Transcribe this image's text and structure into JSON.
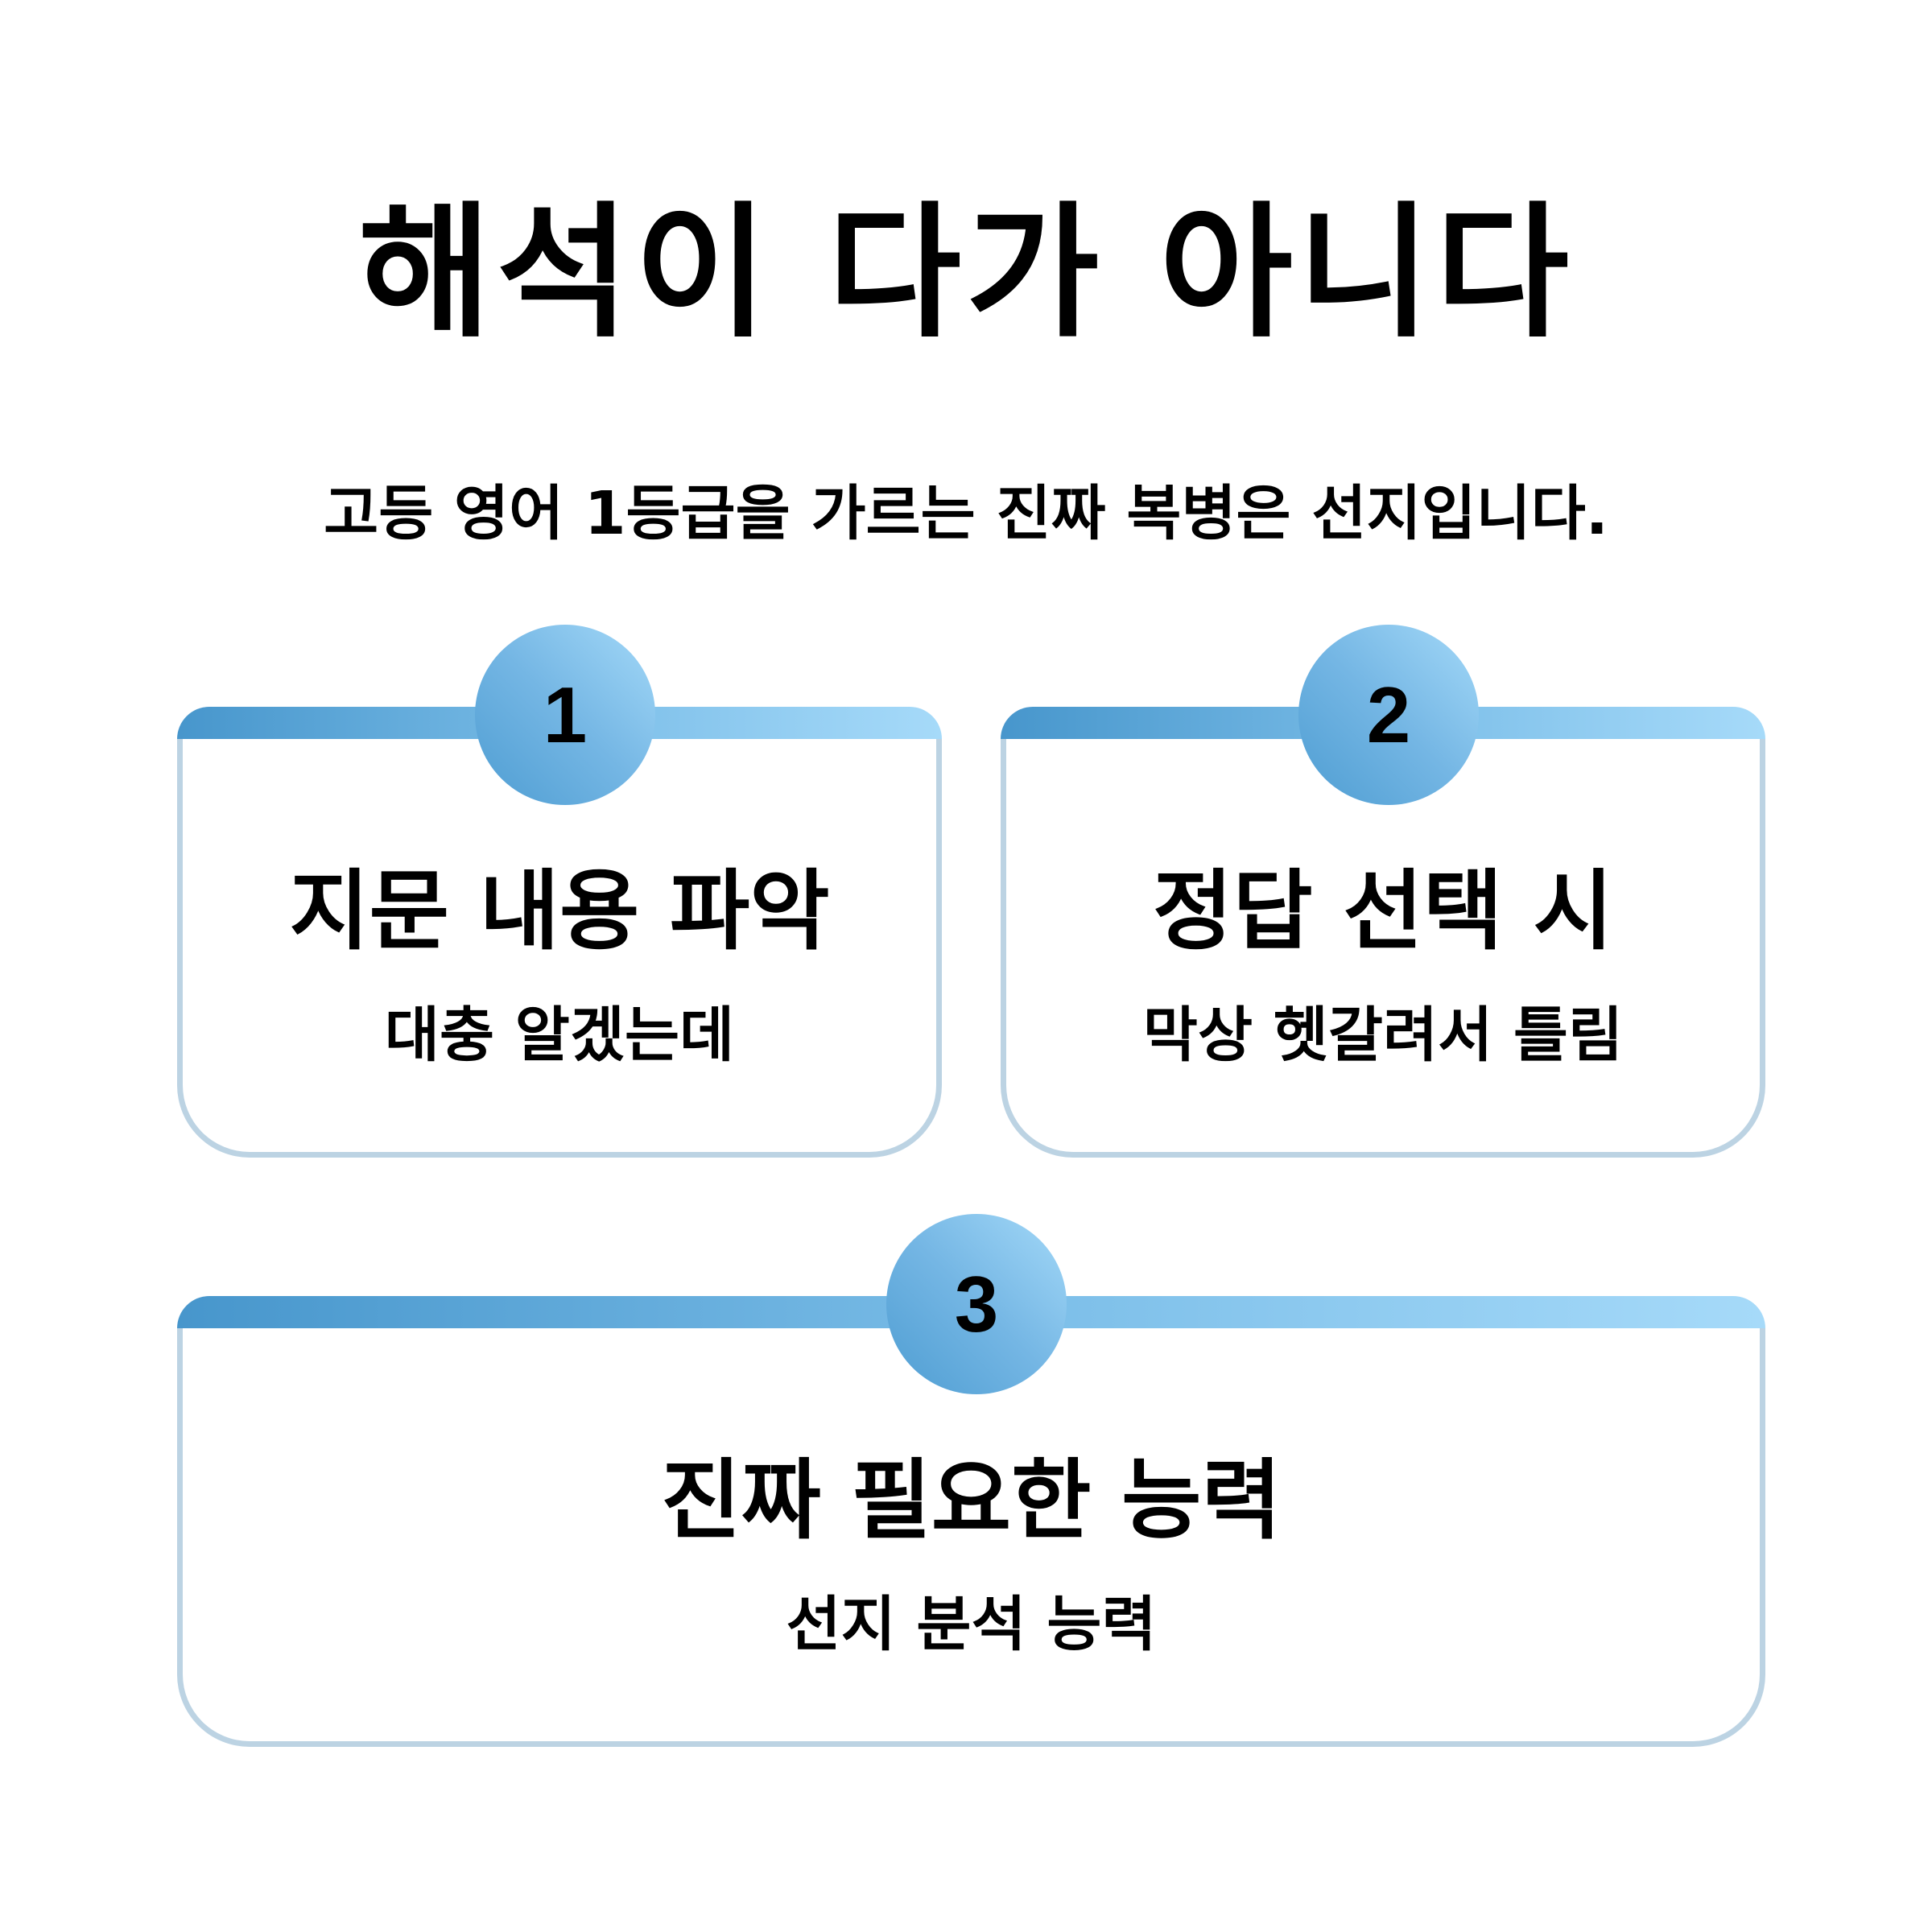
{
  "title": "해석이 다가 아니다",
  "subtitle": "고등 영어 1등급을 가르는 진짜 복병은 선지입니다.",
  "cards": [
    {
      "number": "1",
      "heading": "지문 내용 파악",
      "description": "대충 알겠는데"
    },
    {
      "number": "2",
      "heading": "정답 선택 시",
      "description": "막상 헷갈려서 틀림"
    },
    {
      "number": "3",
      "heading": "진짜 필요한 능력",
      "description": "선지 분석 능력"
    }
  ],
  "colors": {
    "card_border": "#bcd3e3",
    "accent_dark": "#4796cc",
    "accent_light": "#a6daf9"
  }
}
